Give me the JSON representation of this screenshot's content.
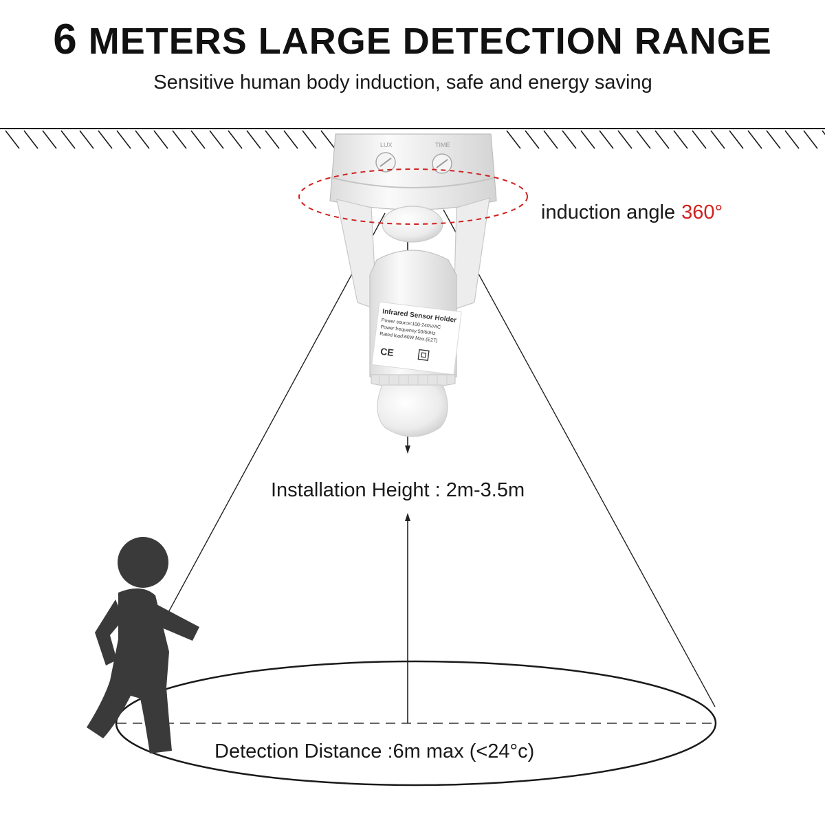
{
  "header": {
    "title_number": "6",
    "title_text": "METERS LARGE DETECTION RANGE",
    "subtitle": "Sensitive human body induction, safe and energy saving"
  },
  "annotations": {
    "angle_label": "induction angle",
    "angle_value": "360°",
    "height_label": "Installation Height : 2m-3.5m",
    "distance_label": "Detection Distance :6m max (<24°c)"
  },
  "device_label": {
    "line1": "Infrared Sensor Holder",
    "line2": "Power source:100-240V/AC",
    "line3": "Power frequency:50/60Hz",
    "line4": "Rated load:60W Max.(E27)",
    "ce_mark": "CE"
  },
  "colors": {
    "accent_red": "#d0221e",
    "ink": "#1a1a1a",
    "figure": "#3a3a3a"
  }
}
